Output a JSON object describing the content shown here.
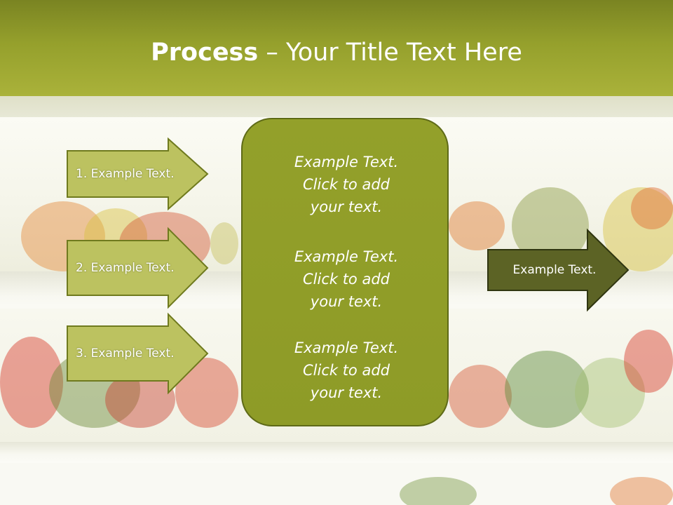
{
  "slide": {
    "title_bold": "Process",
    "title_rest": " – Your Title Text Here",
    "left_steps": [
      {
        "label": "1. Example Text."
      },
      {
        "label": "2. Example Text."
      },
      {
        "label": "3. Example Text."
      }
    ],
    "center_blocks": [
      {
        "line1": "Example Text.",
        "line2": "Click  to add",
        "line3": "your text."
      },
      {
        "line1": "Example Text.",
        "line2": "Click  to add",
        "line3": "your text."
      },
      {
        "line1": "Example Text.",
        "line2": "Click  to add",
        "line3": "your text."
      }
    ],
    "output_label": "Example Text."
  },
  "colors": {
    "header_dark": "#7a8422",
    "header_light": "#aab23a",
    "step_arrow_fill": "#bcc260",
    "step_arrow_stroke": "#6f7a1e",
    "center_fill": "#8e9b27",
    "center_stroke": "#5e6a17",
    "output_arrow_fill": "#5c6325",
    "output_arrow_stroke": "#2f3510"
  },
  "icons": {
    "background": "fruits-vegetables-photo"
  }
}
